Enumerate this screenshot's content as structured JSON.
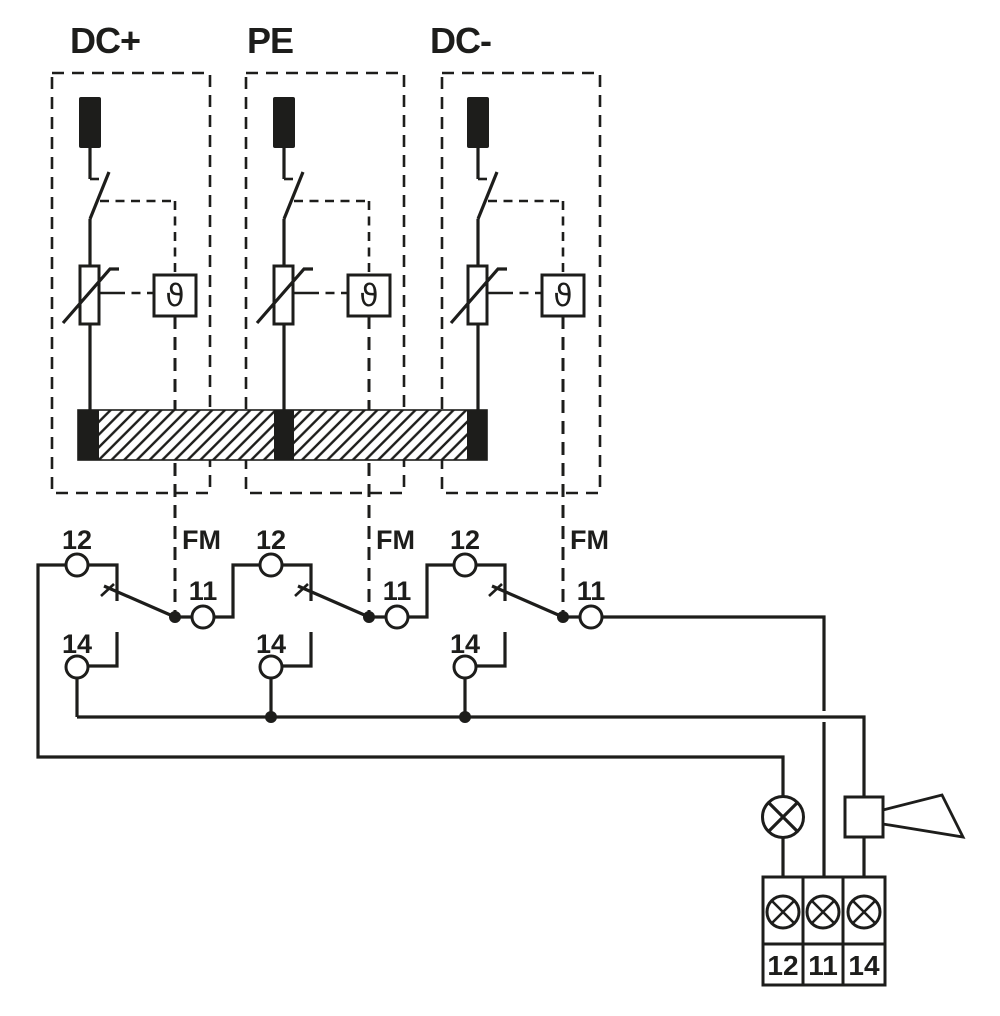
{
  "colors": {
    "ink": "#1d1d1b",
    "paper": "#ffffff"
  },
  "columns": [
    {
      "label": "DC+",
      "thermal_symbol": "ϑ"
    },
    {
      "label": "PE",
      "thermal_symbol": "ϑ"
    },
    {
      "label": "DC-",
      "thermal_symbol": "ϑ"
    }
  ],
  "fm_contacts": [
    {
      "nc_label": "12",
      "common_label": "11",
      "no_label": "14",
      "fm_label": "FM"
    },
    {
      "nc_label": "12",
      "common_label": "11",
      "no_label": "14",
      "fm_label": "FM"
    },
    {
      "nc_label": "12",
      "common_label": "11",
      "no_label": "14",
      "fm_label": "FM"
    }
  ],
  "terminal_block": {
    "terminals": [
      {
        "label": "12"
      },
      {
        "label": "11"
      },
      {
        "label": "14"
      }
    ]
  }
}
